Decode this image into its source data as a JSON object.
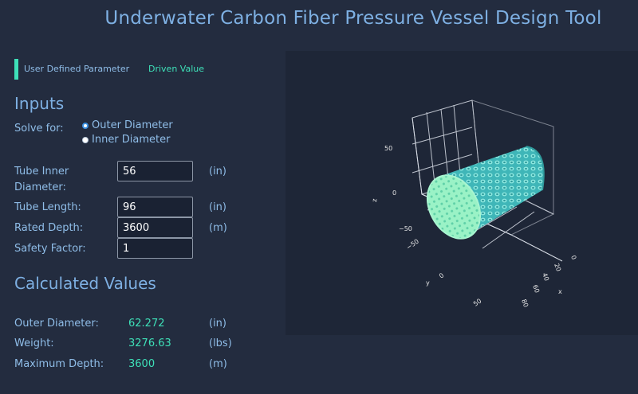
{
  "title": "Underwater Carbon Fiber Pressure Vessel Design Tool",
  "legend": {
    "user_defined": "User Defined Parameter",
    "driven": "Driven Value"
  },
  "inputs": {
    "heading": "Inputs",
    "solve_for_label": "Solve for:",
    "options": [
      "Outer Diameter",
      "Inner Diameter"
    ],
    "selected_option": "Outer Diameter",
    "tube_inner_diameter": {
      "label_line1": "Tube Inner",
      "label_line2": "Diameter:",
      "value": "56",
      "unit": "(in)"
    },
    "tube_length": {
      "label": "Tube Length:",
      "value": "96",
      "unit": "(in)"
    },
    "rated_depth": {
      "label": "Rated Depth:",
      "value": "3600",
      "unit": "(m)"
    },
    "safety_factor": {
      "label": "Safety Factor:",
      "value": "1"
    }
  },
  "calculated": {
    "heading": "Calculated Values",
    "outer_diameter": {
      "label": "Outer Diameter:",
      "value": "62.272",
      "unit": "(in)"
    },
    "weight": {
      "label": "Weight:",
      "value": "3276.63",
      "unit": "(lbs)"
    },
    "maximum_depth": {
      "label": "Maximum Depth:",
      "value": "3600",
      "unit": "(m)"
    }
  },
  "plot": {
    "axis_titles": {
      "x": "x",
      "y": "y",
      "z": "z"
    },
    "z_ticks": [
      "50",
      "0",
      "−50"
    ],
    "y_ticks": [
      "−50",
      "0",
      "50"
    ],
    "x_ticks": [
      "0",
      "20",
      "40",
      "60",
      "80"
    ],
    "surface_color": "#4fd0cf",
    "end_cap_color": "#8ff0c0"
  },
  "colors": {
    "accent": "#3ee0b8",
    "label": "#8fbde8",
    "background": "#232c3f",
    "plot_background": "#1e2637"
  }
}
